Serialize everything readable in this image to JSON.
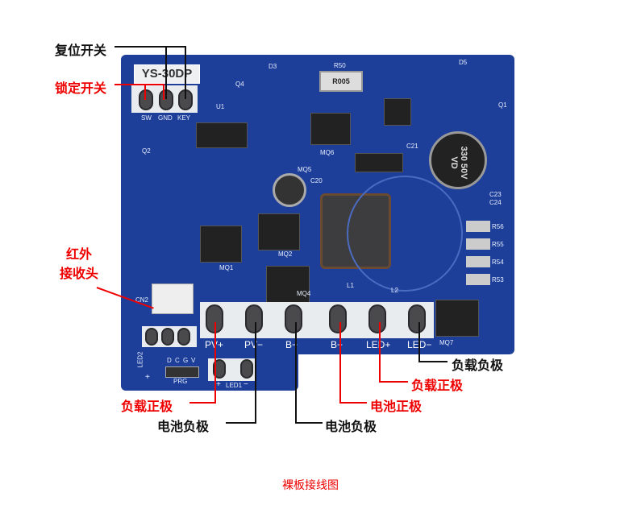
{
  "board": {
    "model": "YS-30DP",
    "key_pads": [
      "SW",
      "GND",
      "KEY"
    ],
    "pads": [
      "PV+",
      "PV−",
      "B−",
      "B+",
      "LED+",
      "LED−"
    ],
    "prg_pins": [
      "D",
      "C",
      "G",
      "V"
    ],
    "prg_label": "PRG",
    "led1_label": "LED1",
    "led2_label": "LED2",
    "plus": "+",
    "minus": "−",
    "cn2": "CN2",
    "l1": "L1",
    "l2": "L2",
    "cap_text": "330 50V VD",
    "resistor_text": "R005",
    "components": [
      "U1",
      "Q1",
      "Q2",
      "Q4",
      "D3",
      "D5",
      "R50",
      "MQ1",
      "MQ2",
      "MQ4",
      "MQ5",
      "MQ6",
      "MQ7",
      "C20",
      "C21",
      "C23",
      "C24",
      "R53",
      "R54",
      "R55",
      "R56"
    ]
  },
  "annotations": {
    "reset_switch": "复位开关",
    "lock_switch": "锁定开关",
    "ir_receiver": "红外\n接收头",
    "ir_line1": "红外",
    "ir_line2": "接收头",
    "pv_plus": "负载正极",
    "pv_minus": "电池负极",
    "b_minus": "电池负极",
    "b_plus": "电池正极",
    "led_plus": "负载正极",
    "led_minus": "负载负极"
  },
  "caption": "裸板接线图",
  "colors": {
    "board": "#1d3f9a",
    "accent": "#e00000",
    "line": "#111111"
  }
}
